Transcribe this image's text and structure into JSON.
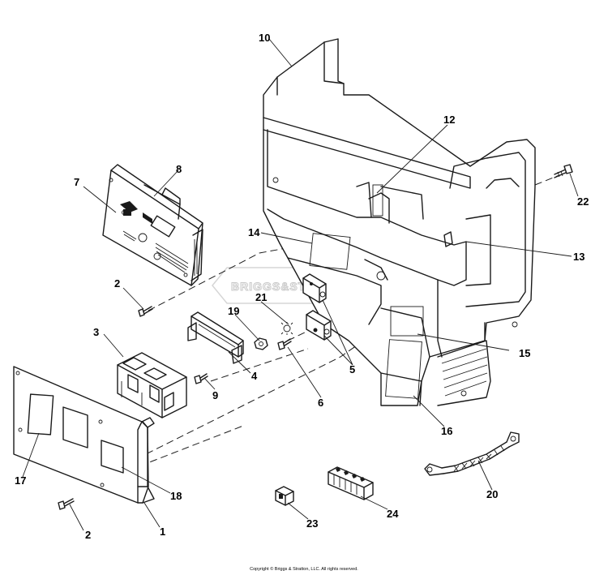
{
  "watermark": "BRIGGS&STRATTON",
  "copyright": "Copyright © Briggs & Stratton, LLC. All rights reserved.",
  "callouts": {
    "c1": "1",
    "c2a": "2",
    "c2b": "2",
    "c3": "3",
    "c4": "4",
    "c5": "5",
    "c6": "6",
    "c7": "7",
    "c8": "8",
    "c9": "9",
    "c10": "10",
    "c12": "12",
    "c13": "13",
    "c14": "14",
    "c15": "15",
    "c16": "16",
    "c17": "17",
    "c18": "18",
    "c19": "19",
    "c20": "20",
    "c21": "21",
    "c22": "22",
    "c23": "23",
    "c24": "24"
  }
}
